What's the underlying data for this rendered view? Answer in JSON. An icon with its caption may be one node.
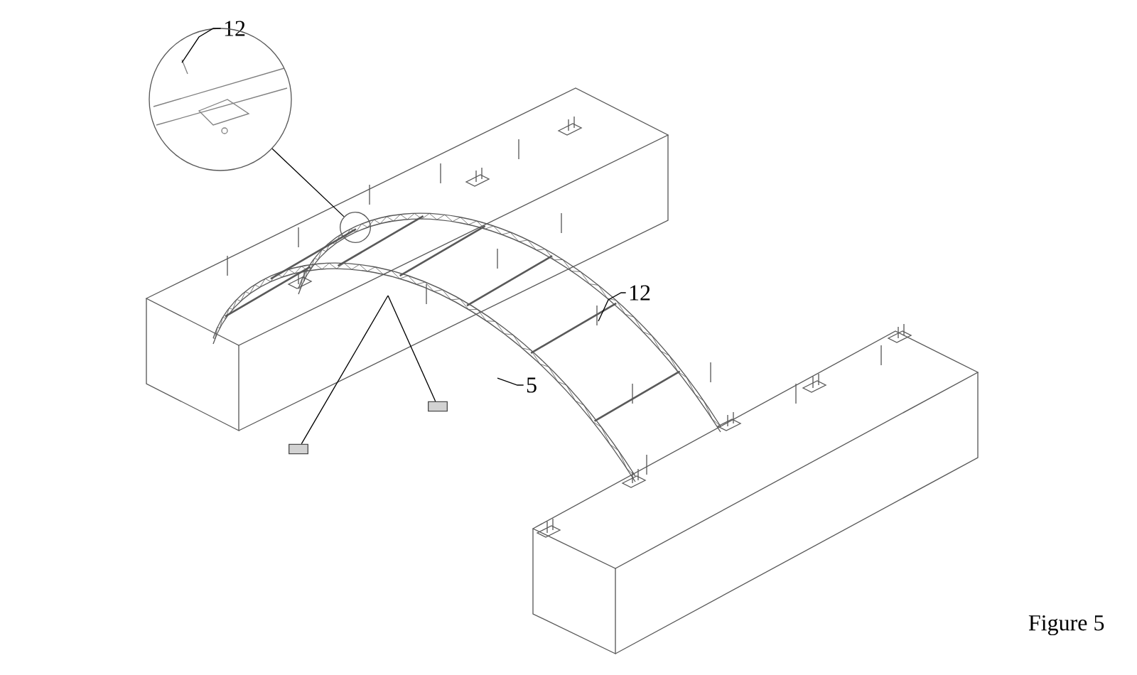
{
  "diagram": {
    "caption": "Figure 5",
    "nodes": [
      {
        "text": [
          "12"
        ]
      },
      {
        "text": [
          "12"
        ]
      },
      {
        "text": [
          "5"
        ]
      },
      {
        "text": [],
        "shape": "box"
      },
      {
        "text": [],
        "shape": "box"
      },
      {
        "text": [],
        "shape": "circle"
      },
      {
        "text": [],
        "shape": "circle"
      }
    ],
    "edges": [
      {
        "from": 0,
        "to": null,
        "arrow": "none"
      },
      {
        "from": 1,
        "to": null,
        "arrow": "none"
      },
      {
        "from": 2,
        "to": null,
        "arrow": "none"
      },
      {
        "from": 3,
        "to": null,
        "arrow": "none"
      },
      {
        "from": 4,
        "to": null,
        "arrow": "none"
      },
      {
        "from": 5,
        "to": 6,
        "arrow": "none"
      }
    ]
  }
}
